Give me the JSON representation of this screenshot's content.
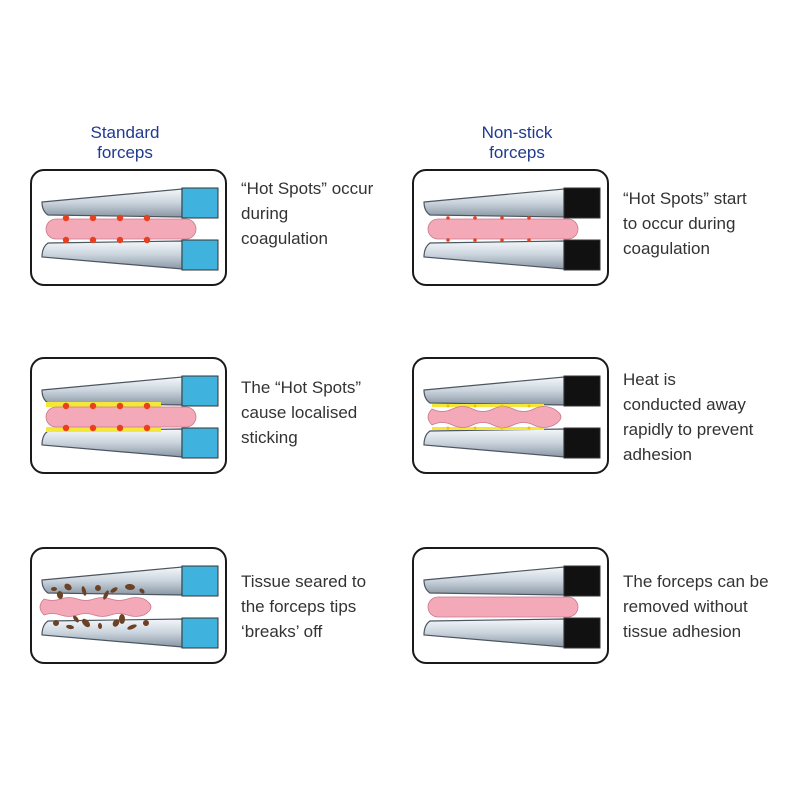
{
  "columns": [
    {
      "title_lines": [
        "Standard",
        "forceps"
      ],
      "handle_color": "#3fb3de"
    },
    {
      "title_lines": [
        "Non-stick",
        "forceps"
      ],
      "handle_color": "#111111"
    }
  ],
  "colors": {
    "title": "#1f3a8f",
    "tissue": "#f4a9b8",
    "hot_spot": "#e8401c",
    "sticking": "#f5e63a",
    "charred_tissue": "#6b4226",
    "blade": "#c9d3dc"
  },
  "rows": [
    {
      "standard": [
        "“Hot Spots” occur",
        "during",
        "coagulation"
      ],
      "nonstick": [
        "“Hot Spots” start",
        "to occur during",
        "coagulation"
      ]
    },
    {
      "standard": [
        "The “Hot Spots”",
        "cause localised",
        "sticking"
      ],
      "nonstick": [
        "Heat is",
        "conducted away",
        "rapidly to prevent",
        "adhesion"
      ]
    },
    {
      "standard": [
        "Tissue seared to",
        "the forceps tips",
        "‘breaks’ off"
      ],
      "nonstick": [
        "The forceps can be",
        "removed without",
        "tissue adhesion"
      ]
    }
  ]
}
